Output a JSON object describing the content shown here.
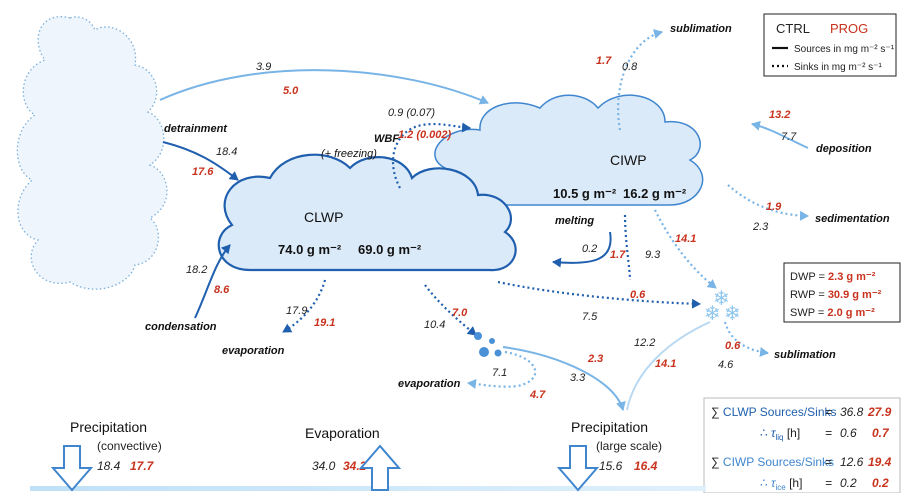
{
  "legend": {
    "ctrl": "CTRL",
    "prog": "PROG",
    "sources": "Sources in mg m⁻² s⁻¹",
    "sinks": "Sinks in mg m⁻² s⁻¹"
  },
  "colors": {
    "ctrl": "#222222",
    "prog": "#c8321e",
    "dark_arrow": "#1f5fae",
    "light_arrow": "#78b4e6",
    "cloud_fill": "#dbeaf9",
    "cloud_stroke": "#1f5fae"
  },
  "clouds": {
    "clwp": {
      "name": "CLWP",
      "ctrl": "74.0 g m⁻²",
      "prog": "69.0 g m⁻²"
    },
    "ciwp": {
      "name": "CIWP",
      "ctrl": "10.5 g m⁻²",
      "prog": "16.2 g m⁻²"
    }
  },
  "processes": {
    "detrainment": "detrainment",
    "wbf": "WBF",
    "wbf_sub": "(+ freezing)",
    "sublimation_top": "sublimation",
    "deposition": "deposition",
    "sedimentation": "sedimentation",
    "melting": "melting",
    "condensation": "condensation",
    "evaporation_left": "evaporation",
    "evaporation_mid": "evaporation",
    "sublimation_right": "sublimation"
  },
  "flows": {
    "detrain_ciwp": {
      "ctrl": "3.9",
      "prog": "5.0"
    },
    "detrain_clwp": {
      "ctrl": "18.4",
      "prog": "17.6"
    },
    "wbf": {
      "ctrl": "0.9 (0.07)",
      "prog": "1.2 (0.002)"
    },
    "sublimation_top": {
      "ctrl": "0.8",
      "prog": "1.7"
    },
    "deposition": {
      "ctrl": "7.7",
      "prog": "13.2"
    },
    "sedimentation": {
      "ctrl": "2.3",
      "prog": "1.9"
    },
    "melting": {
      "ctrl": "0.2",
      "prog": "1.7"
    },
    "ciwp_snow": {
      "ctrl": "9.3",
      "prog": "14.1"
    },
    "condensation": {
      "ctrl": "18.2",
      "prog": "8.6"
    },
    "evap_left": {
      "ctrl": "17.9",
      "prog": "19.1"
    },
    "clwp_rain": {
      "ctrl": "10.4",
      "prog": "7.0"
    },
    "clwp_snow": {
      "ctrl": "7.5",
      "prog": "0.6"
    },
    "rain_evap": {
      "ctrl": "7.1",
      "prog": "4.7"
    },
    "rain_precip": {
      "ctrl": "3.3",
      "prog": "2.3"
    },
    "snow_precip": {
      "ctrl": "12.2",
      "prog": "14.1"
    },
    "snow_sublim": {
      "ctrl": "4.6",
      "prog": "0.6"
    }
  },
  "paths": {
    "dwp_label": "DWP = ",
    "dwp": "2.3 g m⁻²",
    "rwp_label": "RWP = ",
    "rwp": "30.9 g m⁻²",
    "swp_label": "SWP = ",
    "swp": "2.0 g m⁻²"
  },
  "bottom": {
    "precip_conv": {
      "title": "Precipitation",
      "sub": "(convective)",
      "ctrl": "18.4",
      "prog": "17.7"
    },
    "evaporation": {
      "title": "Evaporation",
      "ctrl": "34.0",
      "prog": "34.2"
    },
    "precip_ls": {
      "title": "Precipitation",
      "sub": "(large scale)",
      "ctrl": "15.6",
      "prog": "16.4"
    }
  },
  "budget": {
    "sum_symbol": "∑",
    "therefore_symbol": "∴",
    "clwp_label": "CLWP Sources/Sinks",
    "clwp_ctrl": "36.8",
    "clwp_prog": "27.9",
    "tau_liq_label": "τ",
    "tau_liq_sub": "liq",
    "tau_unit": "[h]",
    "tau_liq_ctrl": "0.6",
    "tau_liq_prog": "0.7",
    "ciwp_label": "CIWP Sources/Sinks",
    "ciwp_ctrl": "12.6",
    "ciwp_prog": "19.4",
    "tau_ice_label": "τ",
    "tau_ice_sub": "ice",
    "tau_ice_ctrl": "0.2",
    "tau_ice_prog": "0.2",
    "eq": "="
  }
}
